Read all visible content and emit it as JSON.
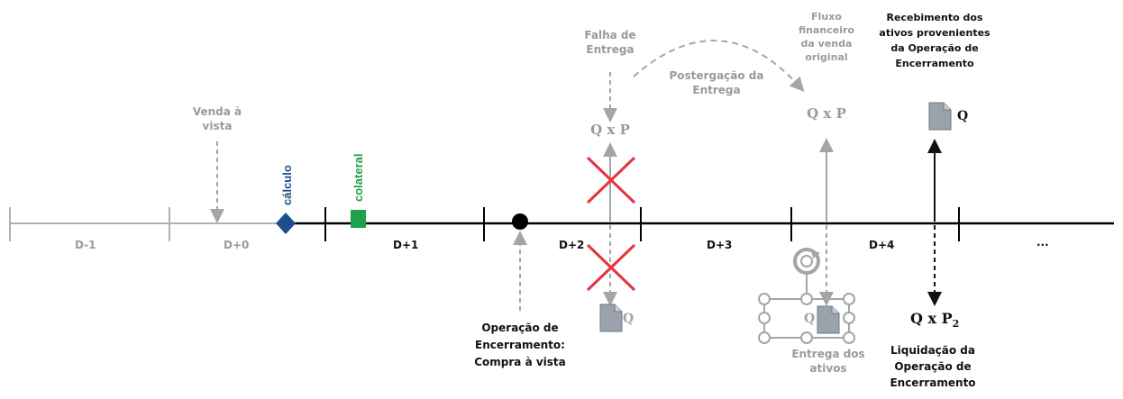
{
  "days": [
    "D-1",
    "D+0",
    "D+1",
    "D+2",
    "D+3",
    "D+4",
    "..."
  ],
  "annotations": {
    "venda_a_vista": [
      "Venda à",
      "vista"
    ],
    "calculo": "cálculo",
    "colateral": "colateral",
    "falha_entrega": [
      "Falha de",
      "Entrega"
    ],
    "postergacao": [
      "Postergação da",
      "Entrega"
    ],
    "fluxo_financeiro": [
      "Fluxo",
      "financeiro",
      "da venda",
      "original"
    ],
    "recebimento": [
      "Recebimento dos",
      "ativos provenientes",
      "da Operação de",
      "Encerramento"
    ],
    "operacao_encerramento": [
      "Operação de",
      "Encerramento:",
      "Compra à vista"
    ],
    "entrega_ativos": [
      "Entrega dos",
      "ativos"
    ],
    "liquidacao": [
      "Liquidação da",
      "Operação de",
      "Encerramento"
    ]
  },
  "formulas": {
    "qp_failed": "Q x P",
    "qp_original": "Q x P",
    "q_failed": "Q",
    "q_entrega": "Q",
    "q_recebimento": "Q",
    "qp2_base": "Q x P",
    "qp2_sub": "2"
  },
  "colors": {
    "timeline_dark": "#000000",
    "timeline_light": "#b0b0b0",
    "calculo_marker": "#1f4e8c",
    "colateral_marker": "#1fa04a",
    "cross": "#e8323c",
    "gray_text": "#9a9a9a",
    "doc_fill": "#9aa3ab"
  },
  "icons": [
    "diamond-marker",
    "rectangle-marker",
    "circle-marker",
    "document-icon",
    "cross-icon",
    "rotate-handle-icon"
  ]
}
